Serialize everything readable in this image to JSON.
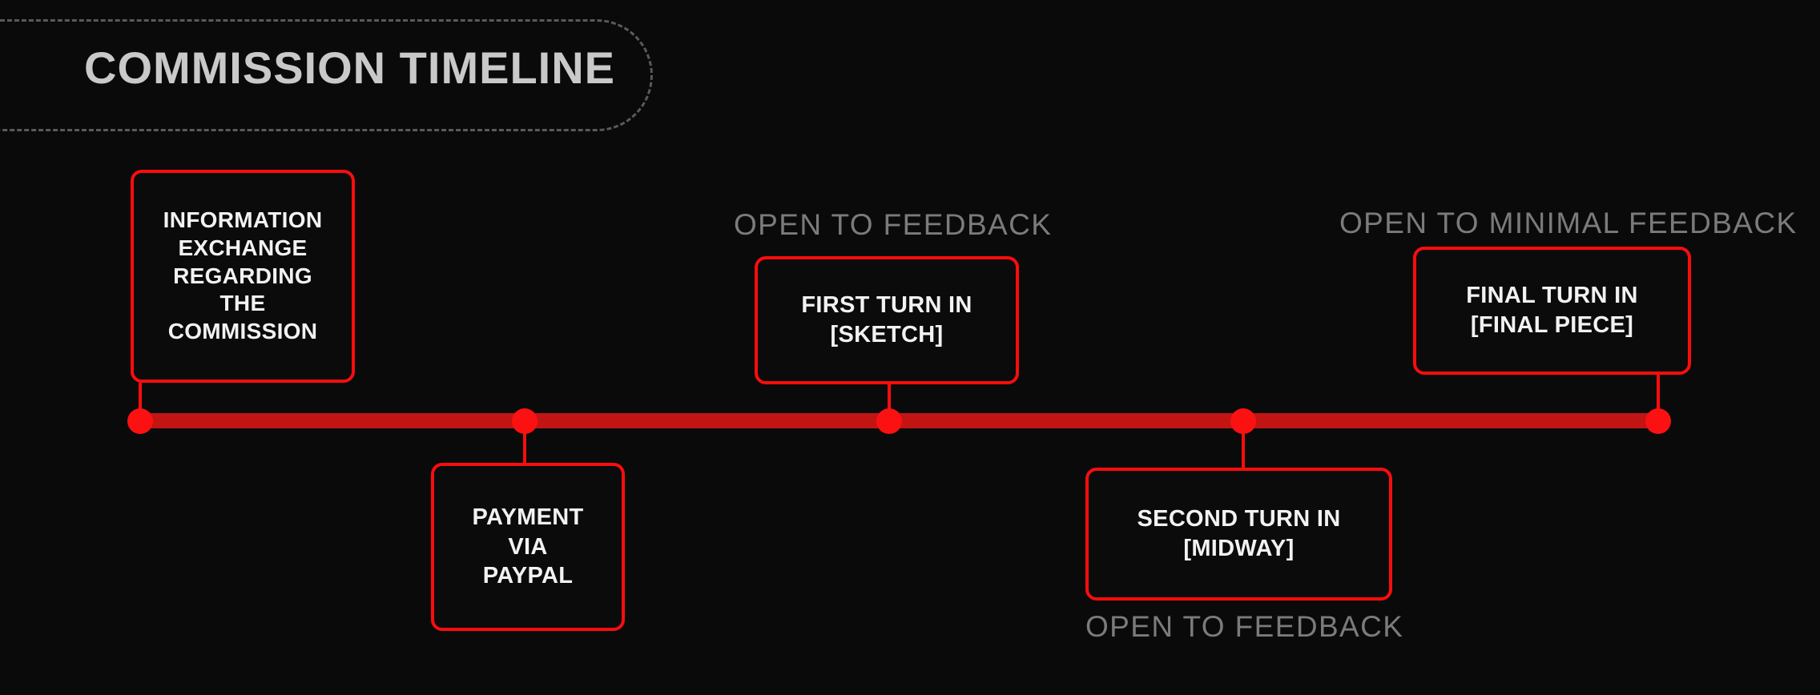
{
  "page": {
    "title": "COMMISSION TIMELINE",
    "background_color": "#0A0A0B",
    "accent_color": "#FB0D0D",
    "bar_color": "#C31414",
    "label_color": "#7B7B7B",
    "title_color": "#C9C9C9",
    "box_text_color": "#F2F2F2"
  },
  "timeline": {
    "orientation": "horizontal",
    "milestone_count": 5,
    "nodes": [
      {
        "id": "information-exchange",
        "text": "INFORMATION\nEXCHANGE\nREGARDING\nTHE\nCOMMISSION",
        "lines": [
          "INFORMATION",
          "EXCHANGE",
          "REGARDING",
          "THE",
          "COMMISSION"
        ],
        "side": "above",
        "caption": ""
      },
      {
        "id": "payment-via-paypal",
        "text": "PAYMENT\nVIA\nPAYPAL",
        "lines": [
          "PAYMENT",
          "VIA",
          "PAYPAL"
        ],
        "side": "below",
        "caption": ""
      },
      {
        "id": "first-turn-in",
        "text": "FIRST TURN IN\n[SKETCH]",
        "lines": [
          "FIRST TURN IN",
          "[SKETCH]"
        ],
        "side": "above",
        "caption": "OPEN TO FEEDBACK"
      },
      {
        "id": "second-turn-in",
        "text": "SECOND TURN IN\n[MIDWAY]",
        "lines": [
          "SECOND TURN IN",
          "[MIDWAY]"
        ],
        "side": "below",
        "caption": "OPEN TO FEEDBACK"
      },
      {
        "id": "final-turn-in",
        "text": "FINAL TURN IN\n[FINAL PIECE]",
        "lines": [
          "FINAL TURN IN",
          "[FINAL PIECE]"
        ],
        "side": "above",
        "caption": "OPEN TO MINIMAL FEEDBACK"
      }
    ]
  },
  "boxes": {
    "information_exchange": {
      "line1": "INFORMATION",
      "line2": "EXCHANGE",
      "line3": "REGARDING",
      "line4": "THE",
      "line5": "COMMISSION"
    },
    "payment": {
      "line1": "PAYMENT",
      "line2": "VIA",
      "line3": "PAYPAL"
    },
    "first_turn": {
      "line1": "FIRST TURN IN",
      "line2": "[SKETCH]"
    },
    "second_turn": {
      "line1": "SECOND TURN IN",
      "line2": "[MIDWAY]"
    },
    "final_turn": {
      "line1": "FINAL TURN IN",
      "line2": "[FINAL PIECE]"
    }
  },
  "captions": {
    "first_turn": "OPEN TO FEEDBACK",
    "second_turn": "OPEN TO FEEDBACK",
    "final_turn": "OPEN TO MINIMAL FEEDBACK"
  }
}
